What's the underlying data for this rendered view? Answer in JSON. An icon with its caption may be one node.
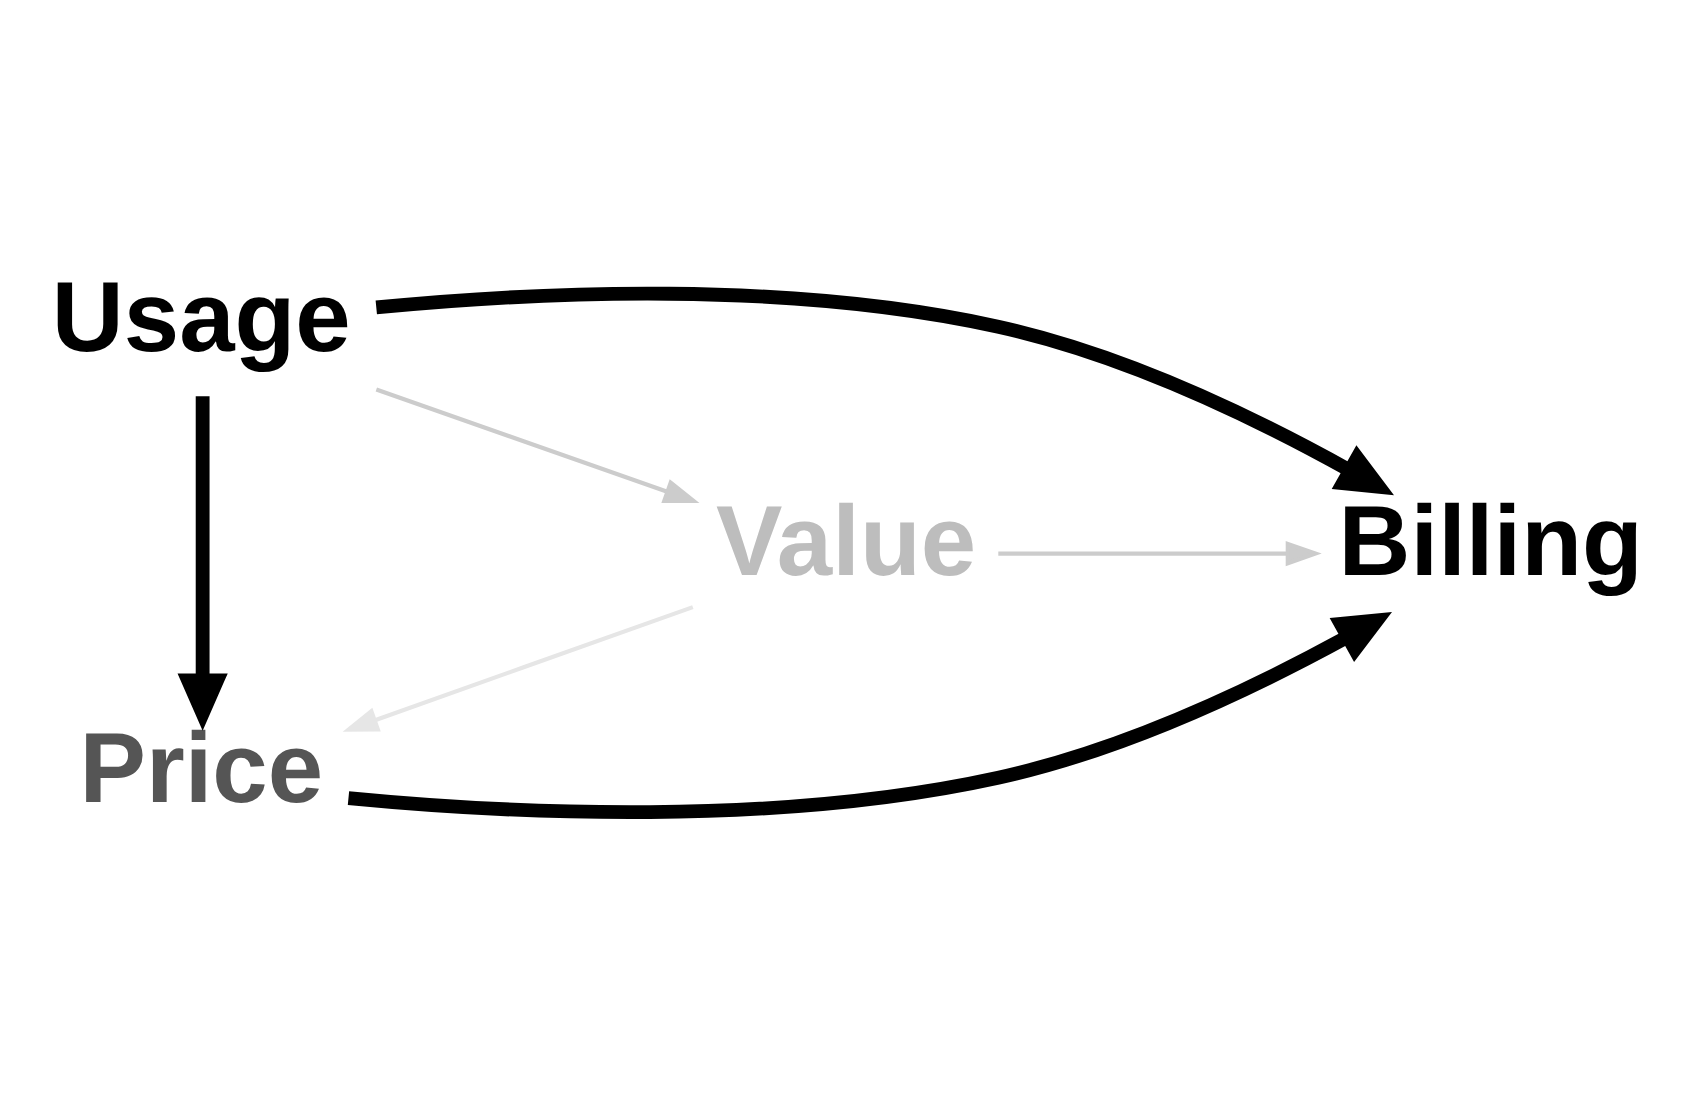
{
  "diagram": {
    "nodes": [
      {
        "text": [
          "Usage"
        ]
      },
      {
        "text": [
          "Billing"
        ]
      },
      {
        "text": [
          "Value"
        ]
      },
      {
        "text": [
          "Price"
        ]
      }
    ],
    "edges": [
      {
        "from": 0,
        "to": 1,
        "arrow": "to",
        "style": "thick"
      },
      {
        "from": 0,
        "to": 3,
        "arrow": "to",
        "style": "thick"
      },
      {
        "from": 0,
        "to": 2,
        "arrow": "to",
        "color": "#cccccc"
      },
      {
        "from": 2,
        "to": 1,
        "arrow": "to",
        "color": "#cccccc"
      },
      {
        "from": 2,
        "to": 3,
        "arrow": "to",
        "color": "#e6e6e6"
      },
      {
        "from": 3,
        "to": 1,
        "arrow": "to",
        "style": "thick"
      }
    ]
  }
}
